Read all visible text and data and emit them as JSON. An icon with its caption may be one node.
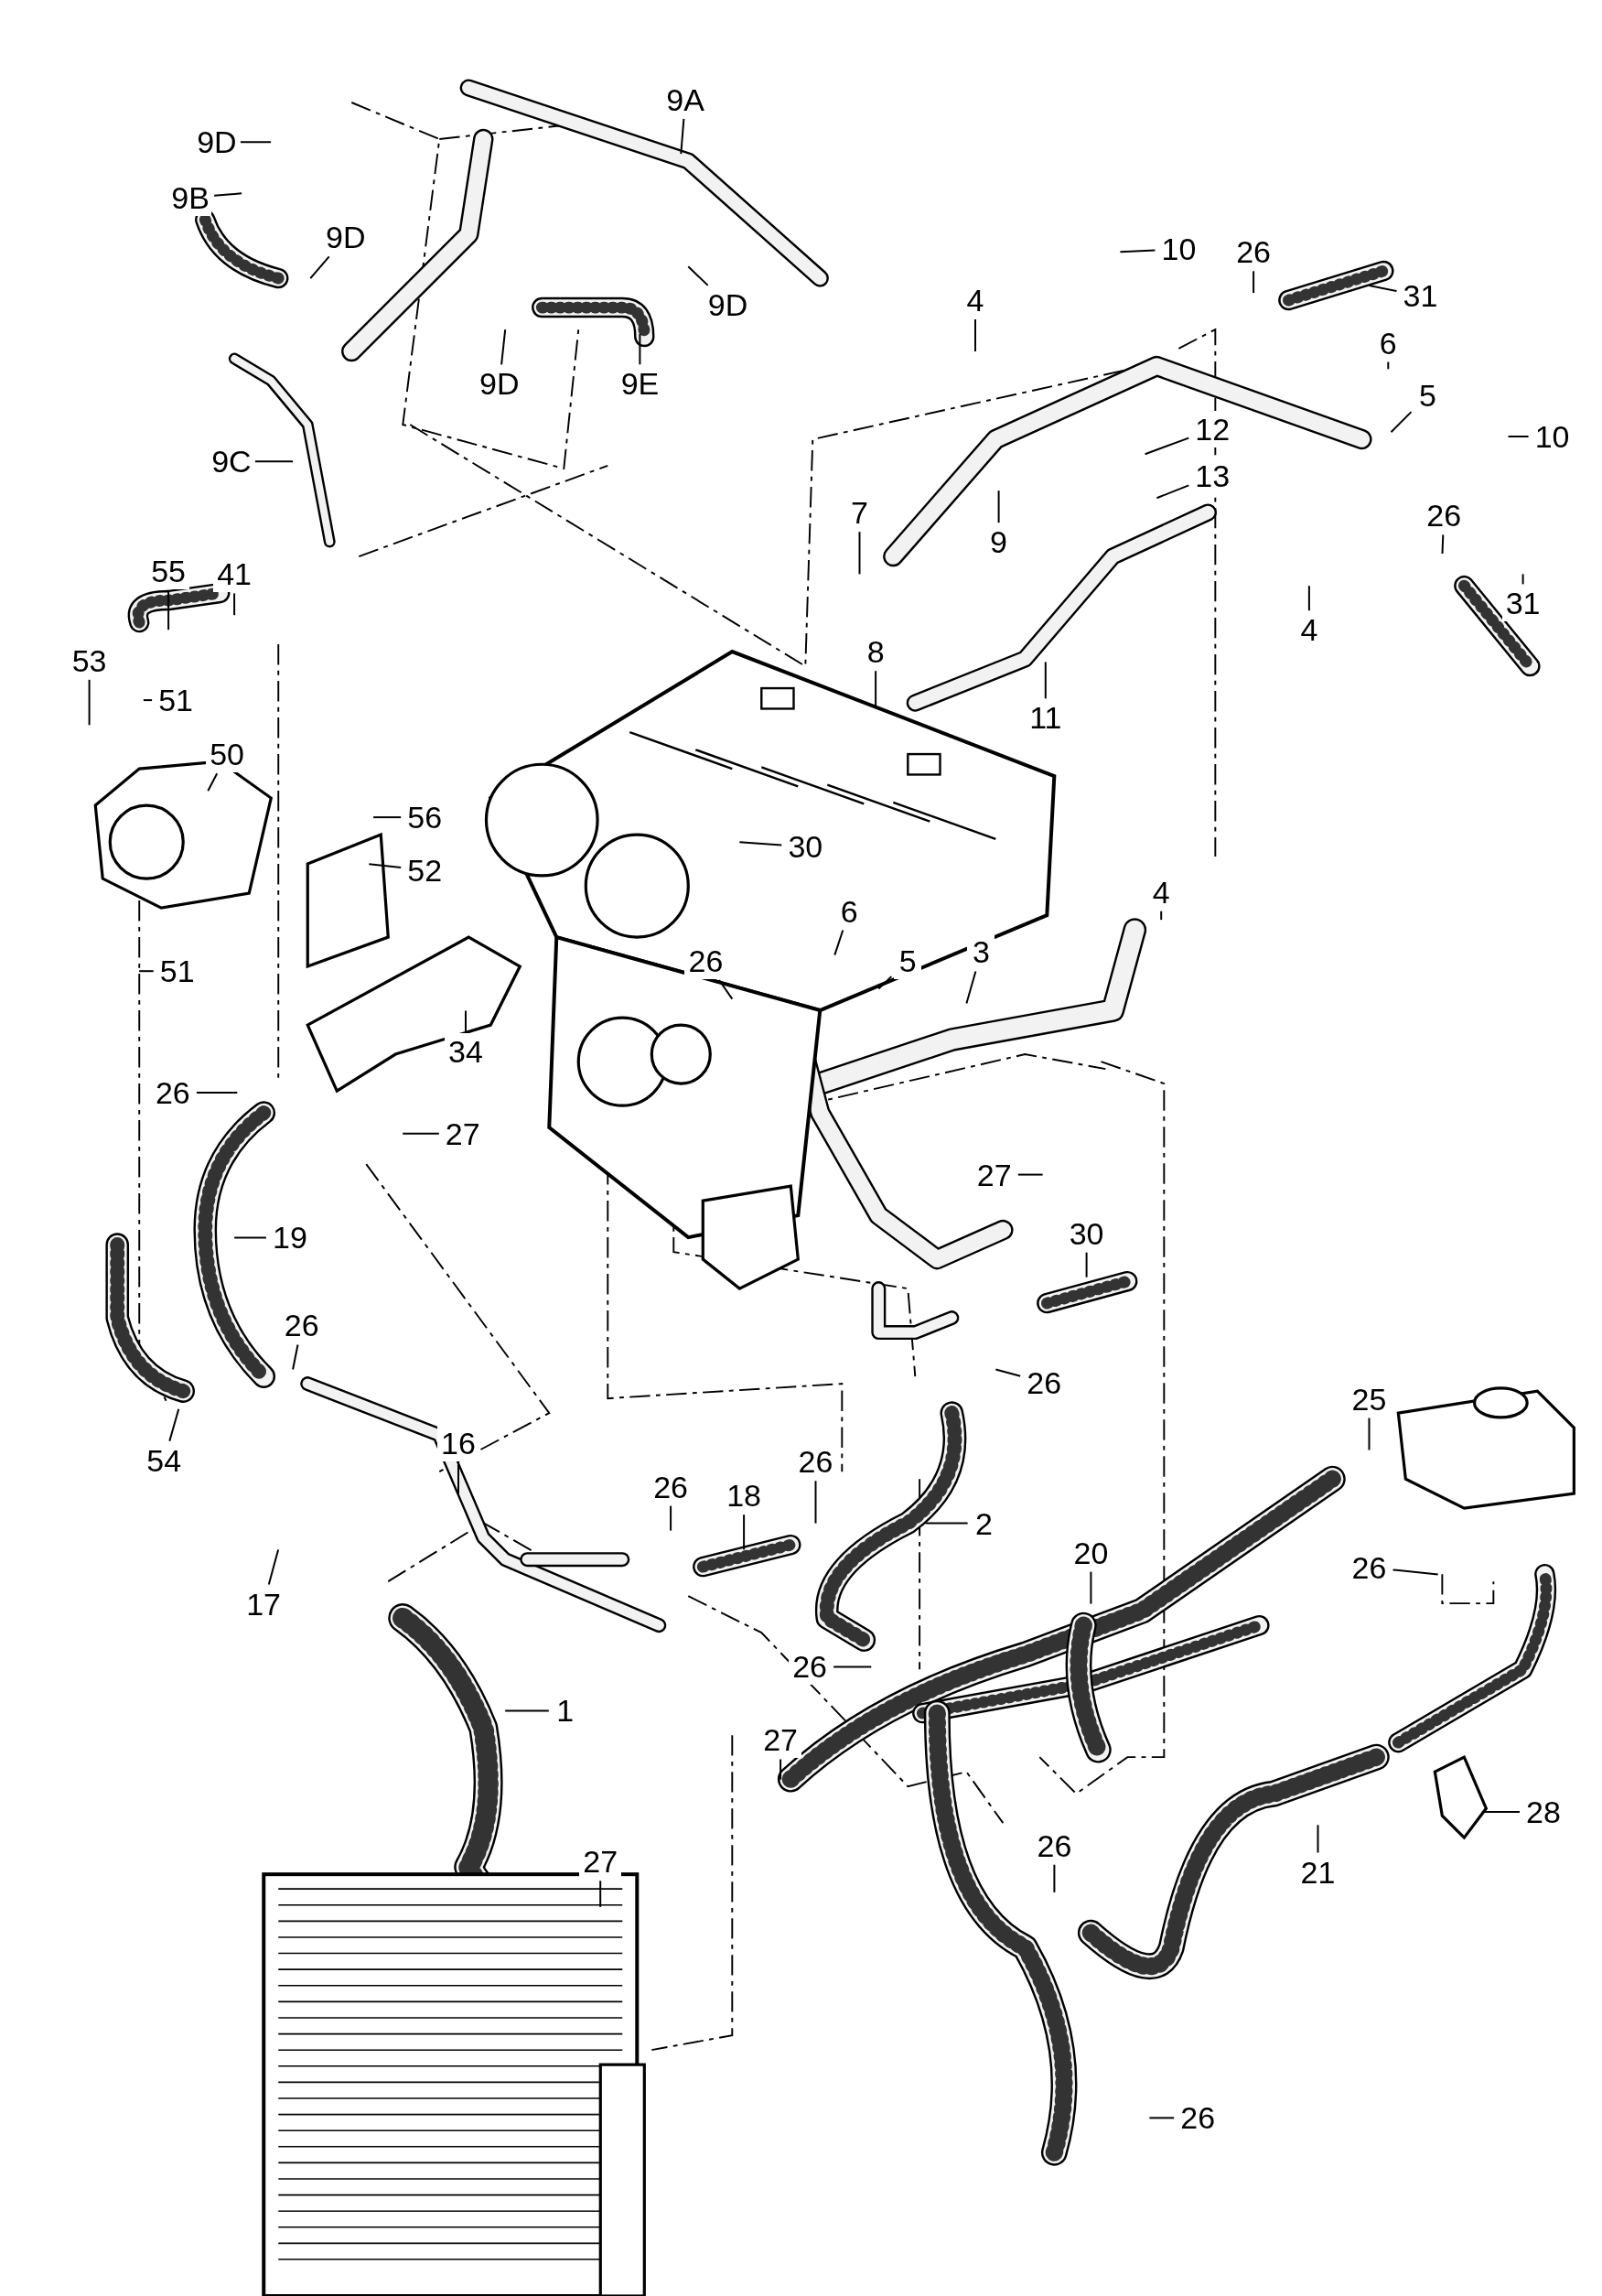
{
  "diagram": {
    "nodes": [
      {
        "text": [
          "9A"
        ]
      },
      {
        "text": [
          "9D"
        ]
      },
      {
        "text": [
          "9B"
        ]
      },
      {
        "text": [
          "9D"
        ]
      },
      {
        "text": [
          "10"
        ]
      },
      {
        "text": [
          "26"
        ]
      },
      {
        "text": [
          "31"
        ]
      },
      {
        "text": [
          "9D"
        ]
      },
      {
        "text": [
          "4"
        ]
      },
      {
        "text": [
          "6"
        ]
      },
      {
        "text": [
          "9D"
        ]
      },
      {
        "text": [
          "9E"
        ]
      },
      {
        "text": [
          "5"
        ]
      },
      {
        "text": [
          "10"
        ]
      },
      {
        "text": [
          "12"
        ]
      },
      {
        "text": [
          "9C"
        ]
      },
      {
        "text": [
          "13"
        ]
      },
      {
        "text": [
          "7"
        ]
      },
      {
        "text": [
          "9"
        ]
      },
      {
        "text": [
          "26"
        ]
      },
      {
        "text": [
          "31"
        ]
      },
      {
        "text": [
          "4"
        ]
      },
      {
        "text": [
          "55"
        ]
      },
      {
        "text": [
          "41"
        ]
      },
      {
        "text": [
          "53"
        ]
      },
      {
        "text": [
          "51"
        ]
      },
      {
        "text": [
          "8"
        ]
      },
      {
        "text": [
          "11"
        ]
      },
      {
        "text": [
          "50"
        ]
      },
      {
        "text": [
          "56"
        ]
      },
      {
        "text": [
          "30"
        ]
      },
      {
        "text": [
          "52"
        ]
      },
      {
        "text": [
          "6"
        ]
      },
      {
        "text": [
          "4"
        ]
      },
      {
        "text": [
          "3"
        ]
      },
      {
        "text": [
          "26"
        ]
      },
      {
        "text": [
          "5"
        ]
      },
      {
        "text": [
          "51"
        ]
      },
      {
        "text": [
          "34"
        ]
      },
      {
        "text": [
          "26"
        ]
      },
      {
        "text": [
          "27"
        ]
      },
      {
        "text": [
          "27"
        ]
      },
      {
        "text": [
          "19"
        ]
      },
      {
        "text": [
          "30"
        ]
      },
      {
        "text": [
          "26"
        ]
      },
      {
        "text": [
          "26"
        ]
      },
      {
        "text": [
          "25"
        ]
      },
      {
        "text": [
          "54"
        ]
      },
      {
        "text": [
          "16"
        ]
      },
      {
        "text": [
          "18"
        ]
      },
      {
        "text": [
          "26"
        ]
      },
      {
        "text": [
          "26"
        ]
      },
      {
        "text": [
          "2"
        ]
      },
      {
        "text": [
          "20"
        ]
      },
      {
        "text": [
          "17"
        ]
      },
      {
        "text": [
          "26"
        ]
      },
      {
        "text": [
          "1"
        ]
      },
      {
        "text": [
          "26"
        ]
      },
      {
        "text": [
          "27"
        ]
      },
      {
        "text": [
          "28"
        ]
      },
      {
        "text": [
          "21"
        ]
      },
      {
        "text": [
          "26"
        ]
      },
      {
        "text": [
          "27"
        ]
      },
      {
        "text": [
          "26"
        ]
      }
    ],
    "edges": [
      {
        "from": 0,
        "to": null,
        "arrow": "none"
      },
      {
        "from": 1,
        "to": null,
        "arrow": "none"
      },
      {
        "from": 2,
        "to": null,
        "arrow": "none"
      },
      {
        "from": 3,
        "to": null,
        "arrow": "none"
      },
      {
        "from": 4,
        "to": null,
        "arrow": "none"
      },
      {
        "from": 5,
        "to": null,
        "arrow": "none"
      },
      {
        "from": 6,
        "to": null,
        "arrow": "none"
      },
      {
        "from": 7,
        "to": null,
        "arrow": "none"
      },
      {
        "from": 8,
        "to": null,
        "arrow": "none"
      },
      {
        "from": 9,
        "to": null,
        "arrow": "none"
      },
      {
        "from": 10,
        "to": null,
        "arrow": "none"
      },
      {
        "from": 11,
        "to": null,
        "arrow": "none"
      },
      {
        "from": 12,
        "to": null,
        "arrow": "none"
      },
      {
        "from": 13,
        "to": null,
        "arrow": "none"
      },
      {
        "from": 14,
        "to": null,
        "arrow": "none"
      },
      {
        "from": 15,
        "to": null,
        "arrow": "none"
      },
      {
        "from": 16,
        "to": null,
        "arrow": "none"
      },
      {
        "from": 17,
        "to": null,
        "arrow": "none"
      },
      {
        "from": 18,
        "to": null,
        "arrow": "none"
      },
      {
        "from": 19,
        "to": null,
        "arrow": "none"
      },
      {
        "from": 20,
        "to": null,
        "arrow": "none"
      },
      {
        "from": 21,
        "to": null,
        "arrow": "none"
      },
      {
        "from": 22,
        "to": null,
        "arrow": "none"
      },
      {
        "from": 23,
        "to": null,
        "arrow": "none"
      },
      {
        "from": 24,
        "to": null,
        "arrow": "none"
      },
      {
        "from": 25,
        "to": null,
        "arrow": "none"
      },
      {
        "from": 26,
        "to": null,
        "arrow": "none"
      },
      {
        "from": 27,
        "to": null,
        "arrow": "none"
      },
      {
        "from": 28,
        "to": null,
        "arrow": "none"
      },
      {
        "from": 29,
        "to": null,
        "arrow": "none"
      },
      {
        "from": 30,
        "to": null,
        "arrow": "none"
      },
      {
        "from": 31,
        "to": null,
        "arrow": "none"
      },
      {
        "from": 32,
        "to": null,
        "arrow": "none"
      },
      {
        "from": 33,
        "to": null,
        "arrow": "none"
      },
      {
        "from": 34,
        "to": null,
        "arrow": "none"
      },
      {
        "from": 35,
        "to": null,
        "arrow": "none"
      },
      {
        "from": 36,
        "to": null,
        "arrow": "none"
      },
      {
        "from": 37,
        "to": null,
        "arrow": "none"
      },
      {
        "from": 38,
        "to": null,
        "arrow": "none"
      },
      {
        "from": 39,
        "to": null,
        "arrow": "none"
      },
      {
        "from": 40,
        "to": null,
        "arrow": "none"
      },
      {
        "from": 41,
        "to": null,
        "arrow": "none"
      },
      {
        "from": 42,
        "to": null,
        "arrow": "none"
      },
      {
        "from": 43,
        "to": null,
        "arrow": "none"
      },
      {
        "from": 44,
        "to": null,
        "arrow": "none"
      },
      {
        "from": 45,
        "to": null,
        "arrow": "none"
      },
      {
        "from": 46,
        "to": null,
        "arrow": "none"
      },
      {
        "from": 47,
        "to": null,
        "arrow": "none"
      },
      {
        "from": 48,
        "to": null,
        "arrow": "none"
      },
      {
        "from": 49,
        "to": null,
        "arrow": "none"
      },
      {
        "from": 50,
        "to": null,
        "arrow": "none"
      },
      {
        "from": 51,
        "to": null,
        "arrow": "none"
      },
      {
        "from": 52,
        "to": null,
        "arrow": "none"
      },
      {
        "from": 53,
        "to": null,
        "arrow": "none"
      },
      {
        "from": 54,
        "to": null,
        "arrow": "none"
      },
      {
        "from": 55,
        "to": null,
        "arrow": "none"
      },
      {
        "from": 56,
        "to": null,
        "arrow": "none"
      },
      {
        "from": 57,
        "to": null,
        "arrow": "none"
      },
      {
        "from": 58,
        "to": null,
        "arrow": "none"
      },
      {
        "from": 59,
        "to": null,
        "arrow": "none"
      },
      {
        "from": 60,
        "to": null,
        "arrow": "none"
      },
      {
        "from": 61,
        "to": null,
        "arrow": "none"
      },
      {
        "from": 62,
        "to": null,
        "arrow": "none"
      },
      {
        "from": 63,
        "to": null,
        "arrow": "none"
      }
    ]
  }
}
